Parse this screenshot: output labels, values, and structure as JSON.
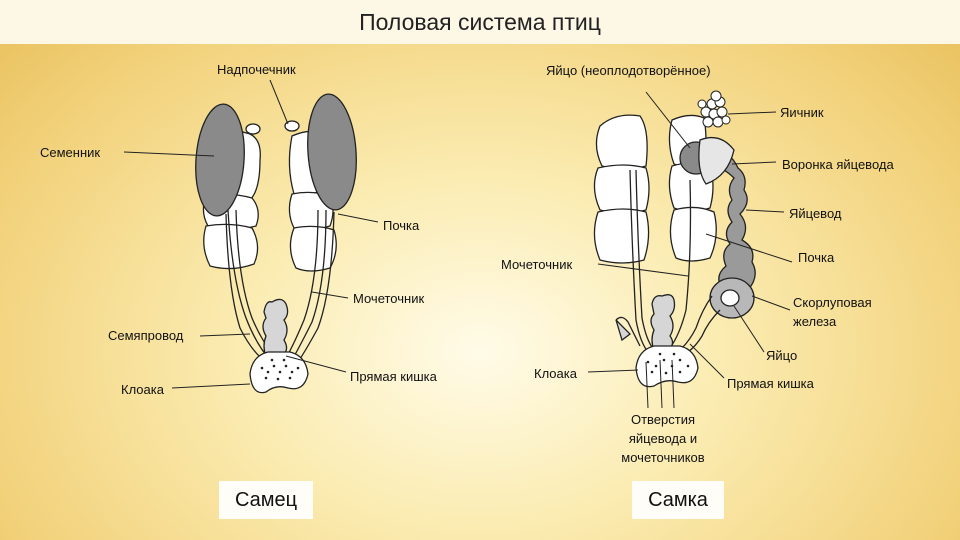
{
  "title": "Половая система птиц",
  "male": {
    "caption": "Самец",
    "labels": {
      "adrenal": "Надпочечник",
      "testis": "Семенник",
      "kidney": "Почка",
      "ureter": "Мочеточник",
      "vas_deferens": "Семяпровод",
      "cloaca": "Клоака",
      "rectum": "Прямая кишка"
    }
  },
  "female": {
    "caption": "Самка",
    "labels": {
      "egg_unfertilized": "Яйцо (неоплодотворённое)",
      "ovary": "Яичник",
      "funnel": "Воронка яйцевода",
      "oviduct": "Яйцевод",
      "kidney": "Почка",
      "ureter": "Мочеточник",
      "shell_gland_1": "Скорлуповая",
      "shell_gland_2": "железа",
      "egg": "Яйцо",
      "cloaca": "Клоака",
      "rectum": "Прямая кишка",
      "openings_1": "Отверстия",
      "openings_2": "яйцевода и",
      "openings_3": "мочеточников"
    }
  }
}
